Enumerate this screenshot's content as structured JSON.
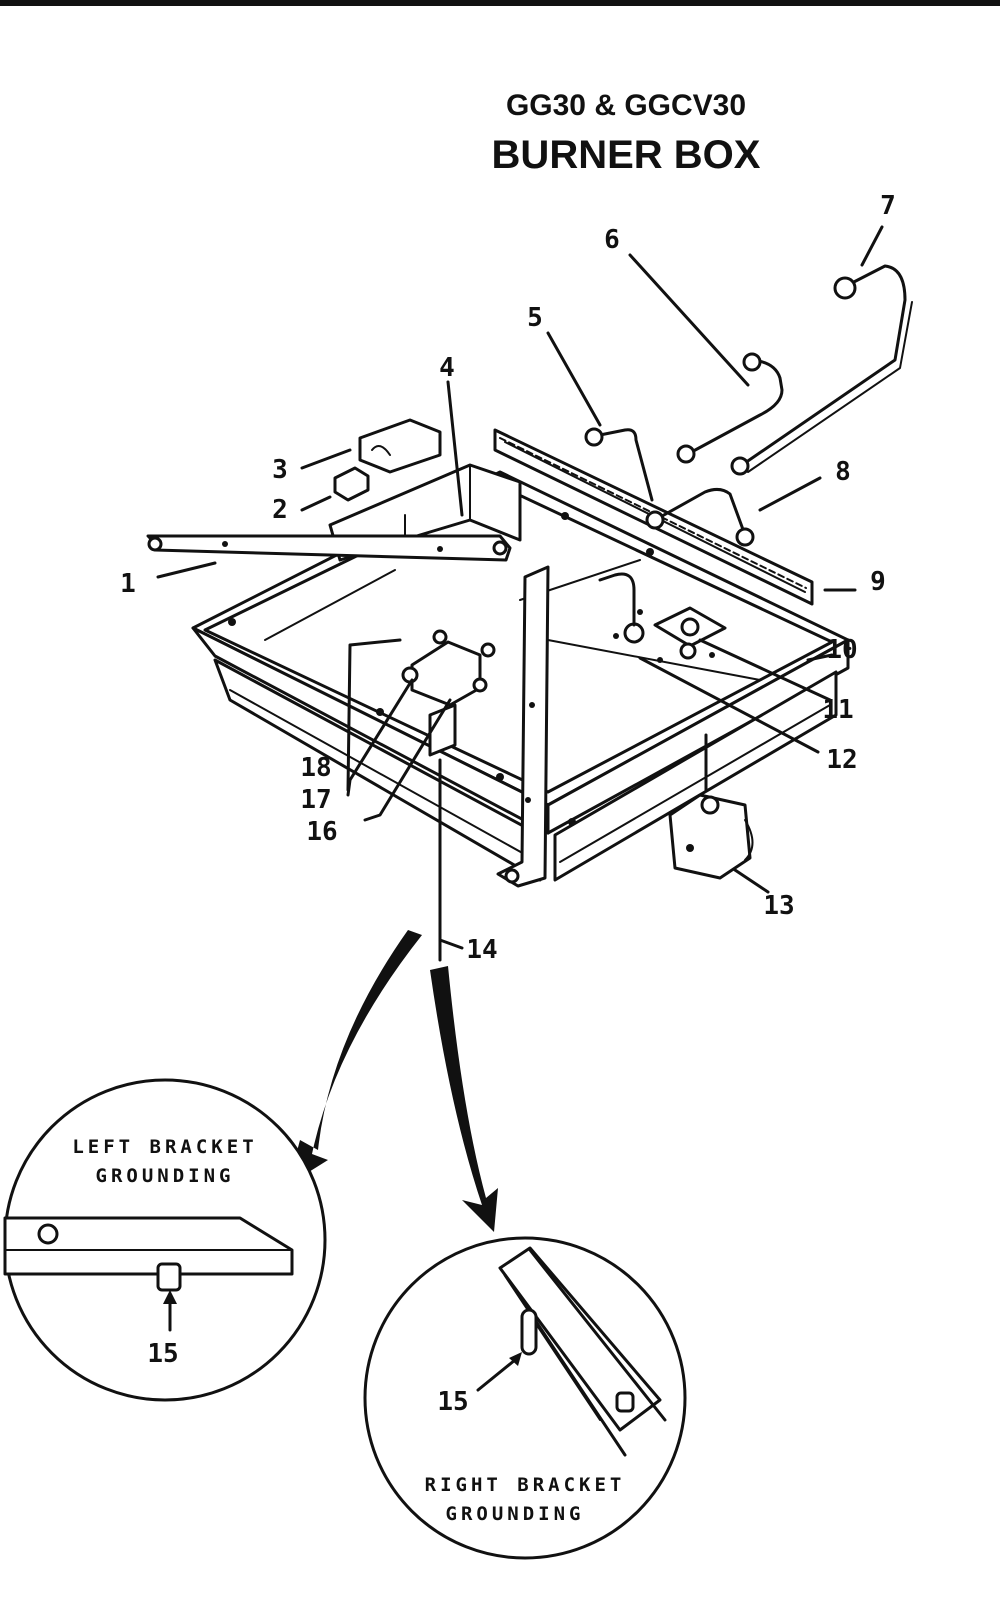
{
  "title": {
    "model": "GG30 & GGCV30",
    "name": "BURNER BOX"
  },
  "callouts": [
    "1",
    "2",
    "3",
    "4",
    "5",
    "6",
    "7",
    "8",
    "9",
    "10",
    "11",
    "12",
    "13",
    "14",
    "15",
    "16",
    "17",
    "18"
  ],
  "details": {
    "left": {
      "line1": "LEFT BRACKET",
      "line2": "GROUNDING",
      "callout": "15"
    },
    "right": {
      "line1": "RIGHT BRACKET",
      "line2": "GROUNDING",
      "callout": "15"
    }
  }
}
